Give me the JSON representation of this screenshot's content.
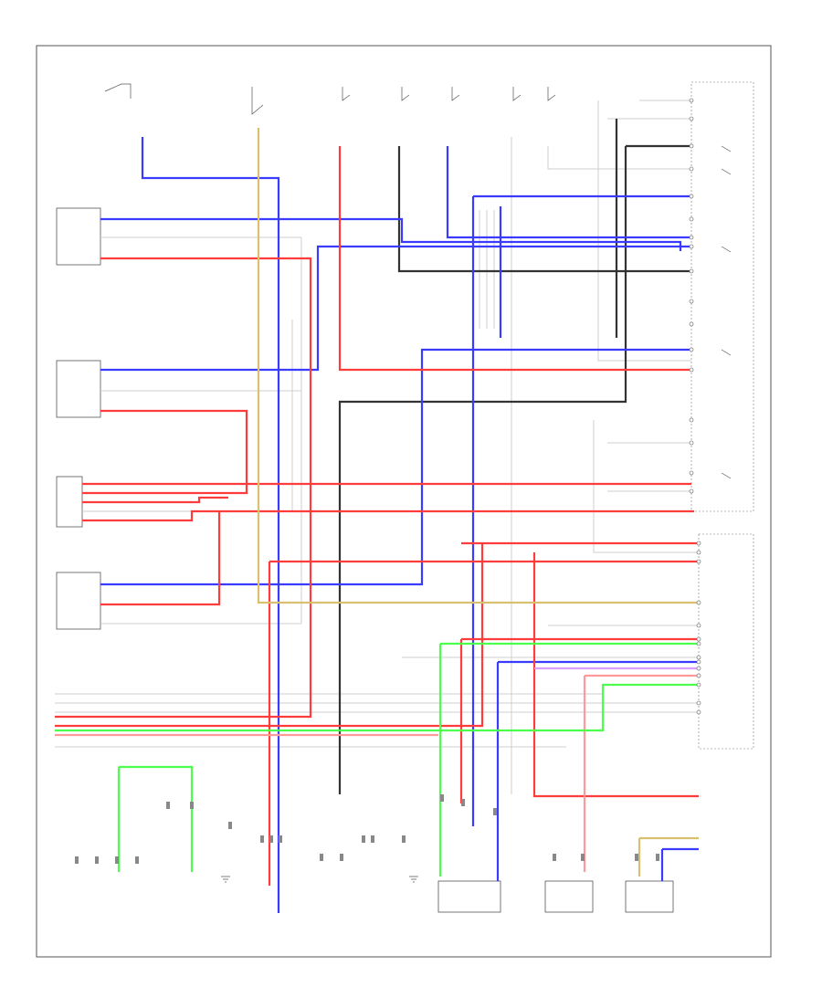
{
  "diagram": {
    "page_ref": "",
    "colors": {
      "blue": "#3b3bff",
      "red": "#ff3c3c",
      "pink": "#ff9a9a",
      "black": "#333333",
      "gray": "#b4b4b4",
      "yellow": "#d8c070",
      "green": "#4dff4d",
      "violet": "#d9a0ff",
      "brown": "#a07030"
    },
    "components": [
      {
        "id": "ambient-temp-sensor",
        "label": ""
      },
      {
        "id": "engine-coolant-temp-sensor",
        "label": ""
      },
      {
        "id": "combination-meter",
        "label": ""
      },
      {
        "id": "ecm",
        "label": ""
      },
      {
        "id": "idle-air-control",
        "label": ""
      },
      {
        "id": "intake-manifold-sensor",
        "label": ""
      },
      {
        "id": "manifold-air-pressure-sensor",
        "label": ""
      },
      {
        "id": "engine-control-module-right",
        "label": ""
      }
    ]
  }
}
